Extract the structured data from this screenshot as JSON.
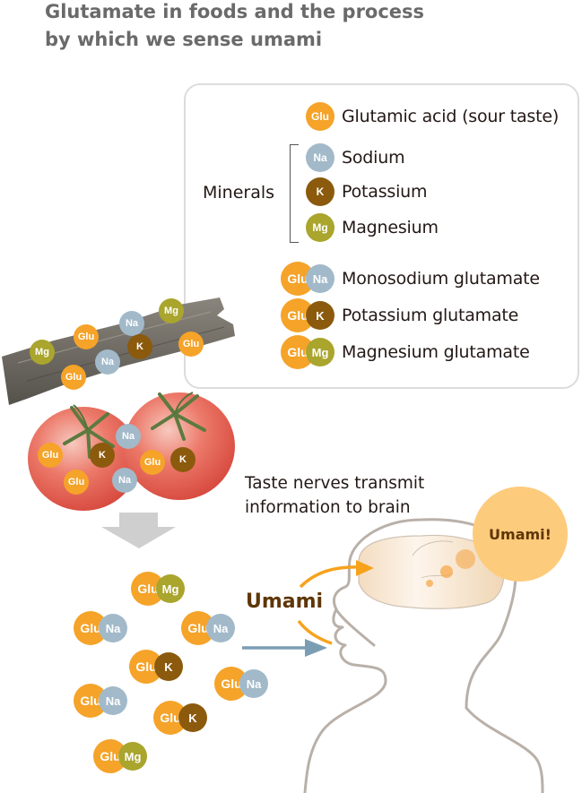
{
  "title": {
    "line1": "Glutamate in foods and the process",
    "line2": "by which we sense umami"
  },
  "colors": {
    "glu": "#f5a329",
    "na": "#a2b9c9",
    "k": "#8b5a0d",
    "mg": "#a9a52d",
    "umami_text": "#5e3607",
    "umami_bubble": "#fdcb7c",
    "head_outline": "#b9b0a8",
    "arrow_orange": "#f7a21b",
    "arrow_blue": "#7b9db3"
  },
  "legend": {
    "glutamic_acid": {
      "symbol": "Glu",
      "label": "Glutamic acid (sour taste)"
    },
    "minerals_label": "Minerals",
    "minerals": [
      {
        "symbol": "Na",
        "label": "Sodium"
      },
      {
        "symbol": "K",
        "label": "Potassium"
      },
      {
        "symbol": "Mg",
        "label": "Magnesium"
      }
    ],
    "salts": [
      {
        "symbols": [
          "Glu",
          "Na"
        ],
        "label": "Monosodium glutamate"
      },
      {
        "symbols": [
          "Glu",
          "K"
        ],
        "label": "Potassium glutamate"
      },
      {
        "symbols": [
          "Glu",
          "Mg"
        ],
        "label": "Magnesium glutamate"
      }
    ]
  },
  "kelp": {
    "image": "kombu-kelp",
    "molecules": [
      "Mg",
      "Glu",
      "Na",
      "K",
      "Mg",
      "Glu",
      "Na",
      "Glu"
    ]
  },
  "tomatoes": {
    "image": "tomatoes",
    "molecules": [
      "Na",
      "Glu",
      "K",
      "Glu",
      "Na",
      "Glu",
      "K"
    ]
  },
  "released_pairs": [
    [
      "Glu",
      "Mg"
    ],
    [
      "Glu",
      "Na"
    ],
    [
      "Glu",
      "Na"
    ],
    [
      "Glu",
      "K"
    ],
    [
      "Glu",
      "Na"
    ],
    [
      "Glu",
      "Na"
    ],
    [
      "Glu",
      "K"
    ],
    [
      "Glu",
      "Mg"
    ]
  ],
  "nerves_text": {
    "line1": "Taste nerves transmit",
    "line2": "information to brain"
  },
  "umami_label": "Umami",
  "umami_bubble": "Umami!"
}
